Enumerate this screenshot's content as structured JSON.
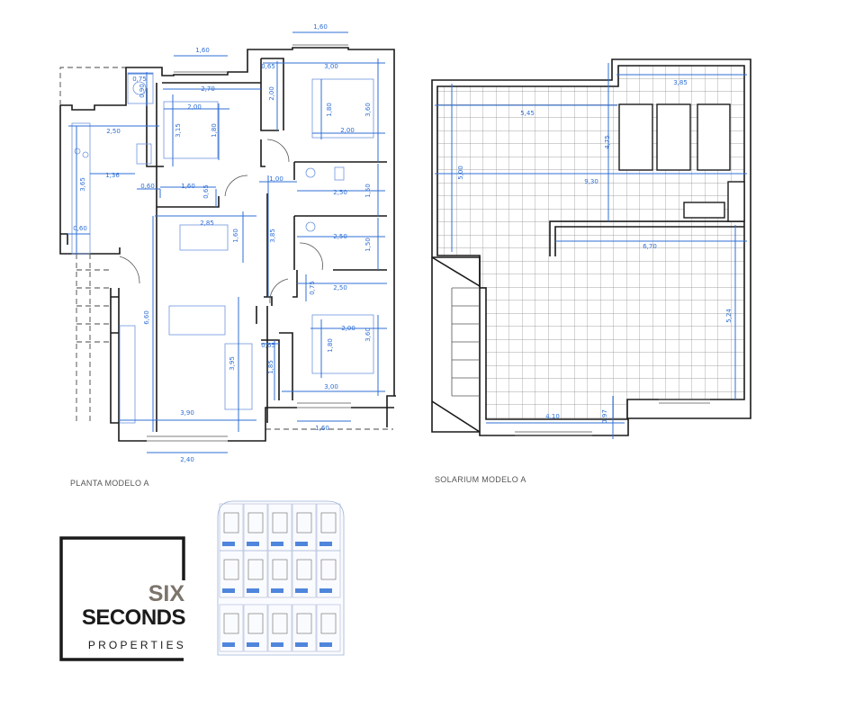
{
  "ground_floor": {
    "caption": "PLANTA MODELO A",
    "dims": [
      "1,60",
      "1,60",
      "0,75",
      "0,90",
      "0,65",
      "3,00",
      "2,70",
      "2,00",
      "2,00",
      "3,15",
      "1,80",
      "1,80",
      "3,60",
      "2,00",
      "2,50",
      "3,65",
      "1,36",
      "1,00",
      "2,50",
      "1,50",
      "0,60",
      "1,60",
      "0,65",
      "2,85",
      "1,60",
      "3,85",
      "2,50",
      "1,50",
      "0,60",
      "0,75",
      "2,50",
      "6,60",
      "2,00",
      "1,80",
      "3,60",
      "0,65",
      "3,95",
      "1,85",
      "3,00",
      "3,90",
      "1,60",
      "2,40"
    ]
  },
  "solarium": {
    "caption": "SOLARIUM MODELO A",
    "dims": [
      "3,85",
      "5,45",
      "4,75",
      "5,00",
      "9,30",
      "6,70",
      "5,24",
      "4,10",
      "0,97"
    ]
  },
  "logo": {
    "line1": "SIX",
    "line2": "SECONDS",
    "line3": "PROPERTIES",
    "colors": {
      "six": "#7c746c",
      "seconds": "#1a1a1a"
    }
  },
  "colors": {
    "dimension": "#2f6fd6",
    "walls": "#1a1a1a"
  }
}
